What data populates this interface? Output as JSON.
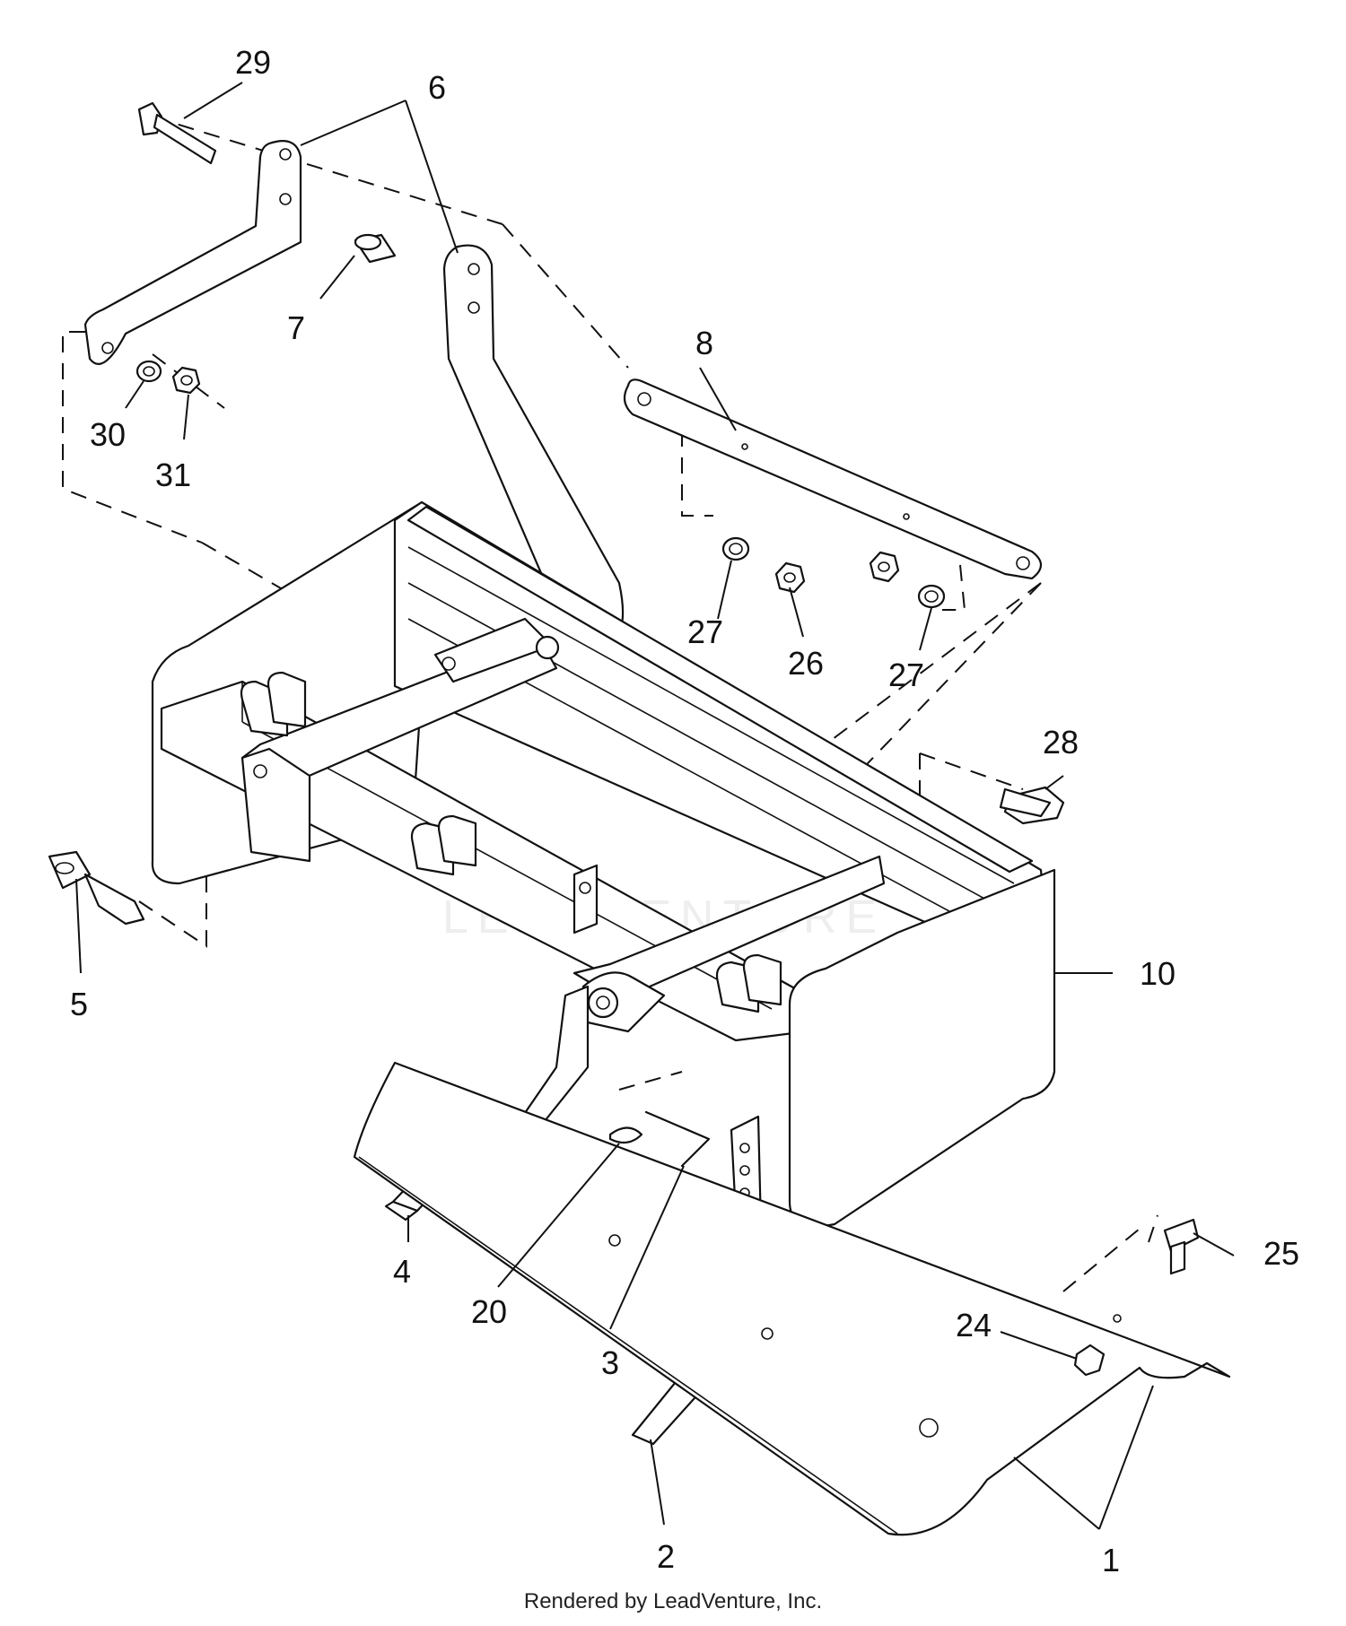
{
  "callouts": {
    "c29": "29",
    "c6": "6",
    "c7": "7",
    "c8": "8",
    "c30": "30",
    "c31": "31",
    "c27a": "27",
    "c26": "26",
    "c27b": "27",
    "c28": "28",
    "c5": "5",
    "c10": "10",
    "c4": "4",
    "c20": "20",
    "c3": "3",
    "c25": "25",
    "c24": "24",
    "c2": "2",
    "c1": "1"
  },
  "watermark": "LEADVENTURE",
  "footer": "Rendered by LeadVenture, Inc."
}
